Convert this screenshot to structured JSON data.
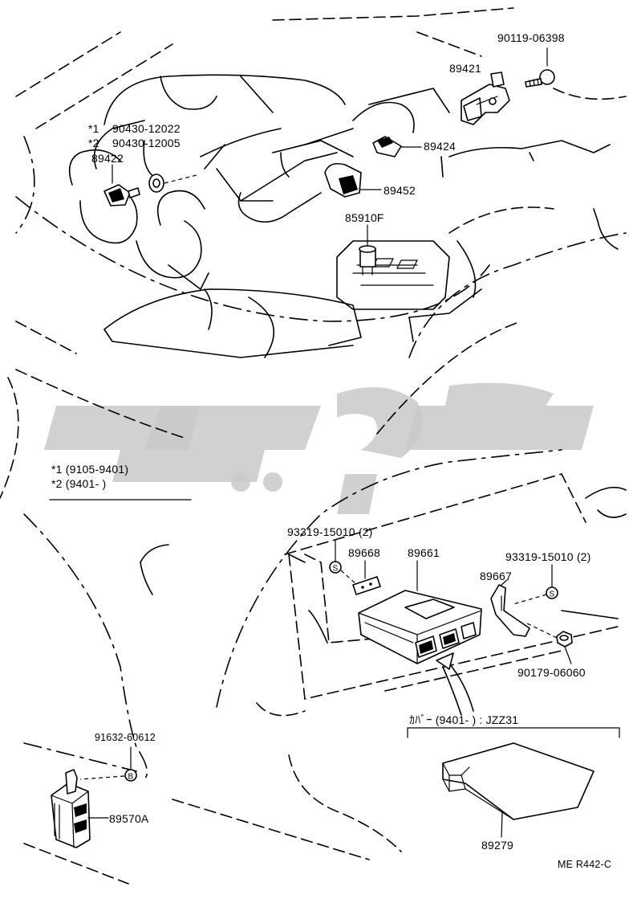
{
  "labels": {
    "p90119": "90119-06398",
    "p89421": "89421",
    "p89424": "89424",
    "p89452": "89452",
    "n1": "*1",
    "p90430a": "90430-12022",
    "n2": "*2",
    "p90430b": "90430-12005",
    "p89422": "89422",
    "p85910": "85910F",
    "legend1": "*1   (9105-9401)",
    "legend2": "*2   (9401-          )",
    "p93319a": "93319-15010 (2)",
    "p89668": "89668",
    "p89661": "89661",
    "p93319b": "93319-15010 (2)",
    "p89667": "89667",
    "p90179": "90179-06060",
    "p91632": "91632-60612",
    "p89570": "89570A",
    "cover": "ｶﾊﾞｰ    (9401-           ) : JZZ31",
    "p89279": "89279",
    "ref": "ME R442-C"
  },
  "icons": {
    "bolt": "bolt-icon",
    "washer": "washer-icon",
    "screw_s": "screw-s-icon",
    "screw_b": "screw-b-icon"
  }
}
